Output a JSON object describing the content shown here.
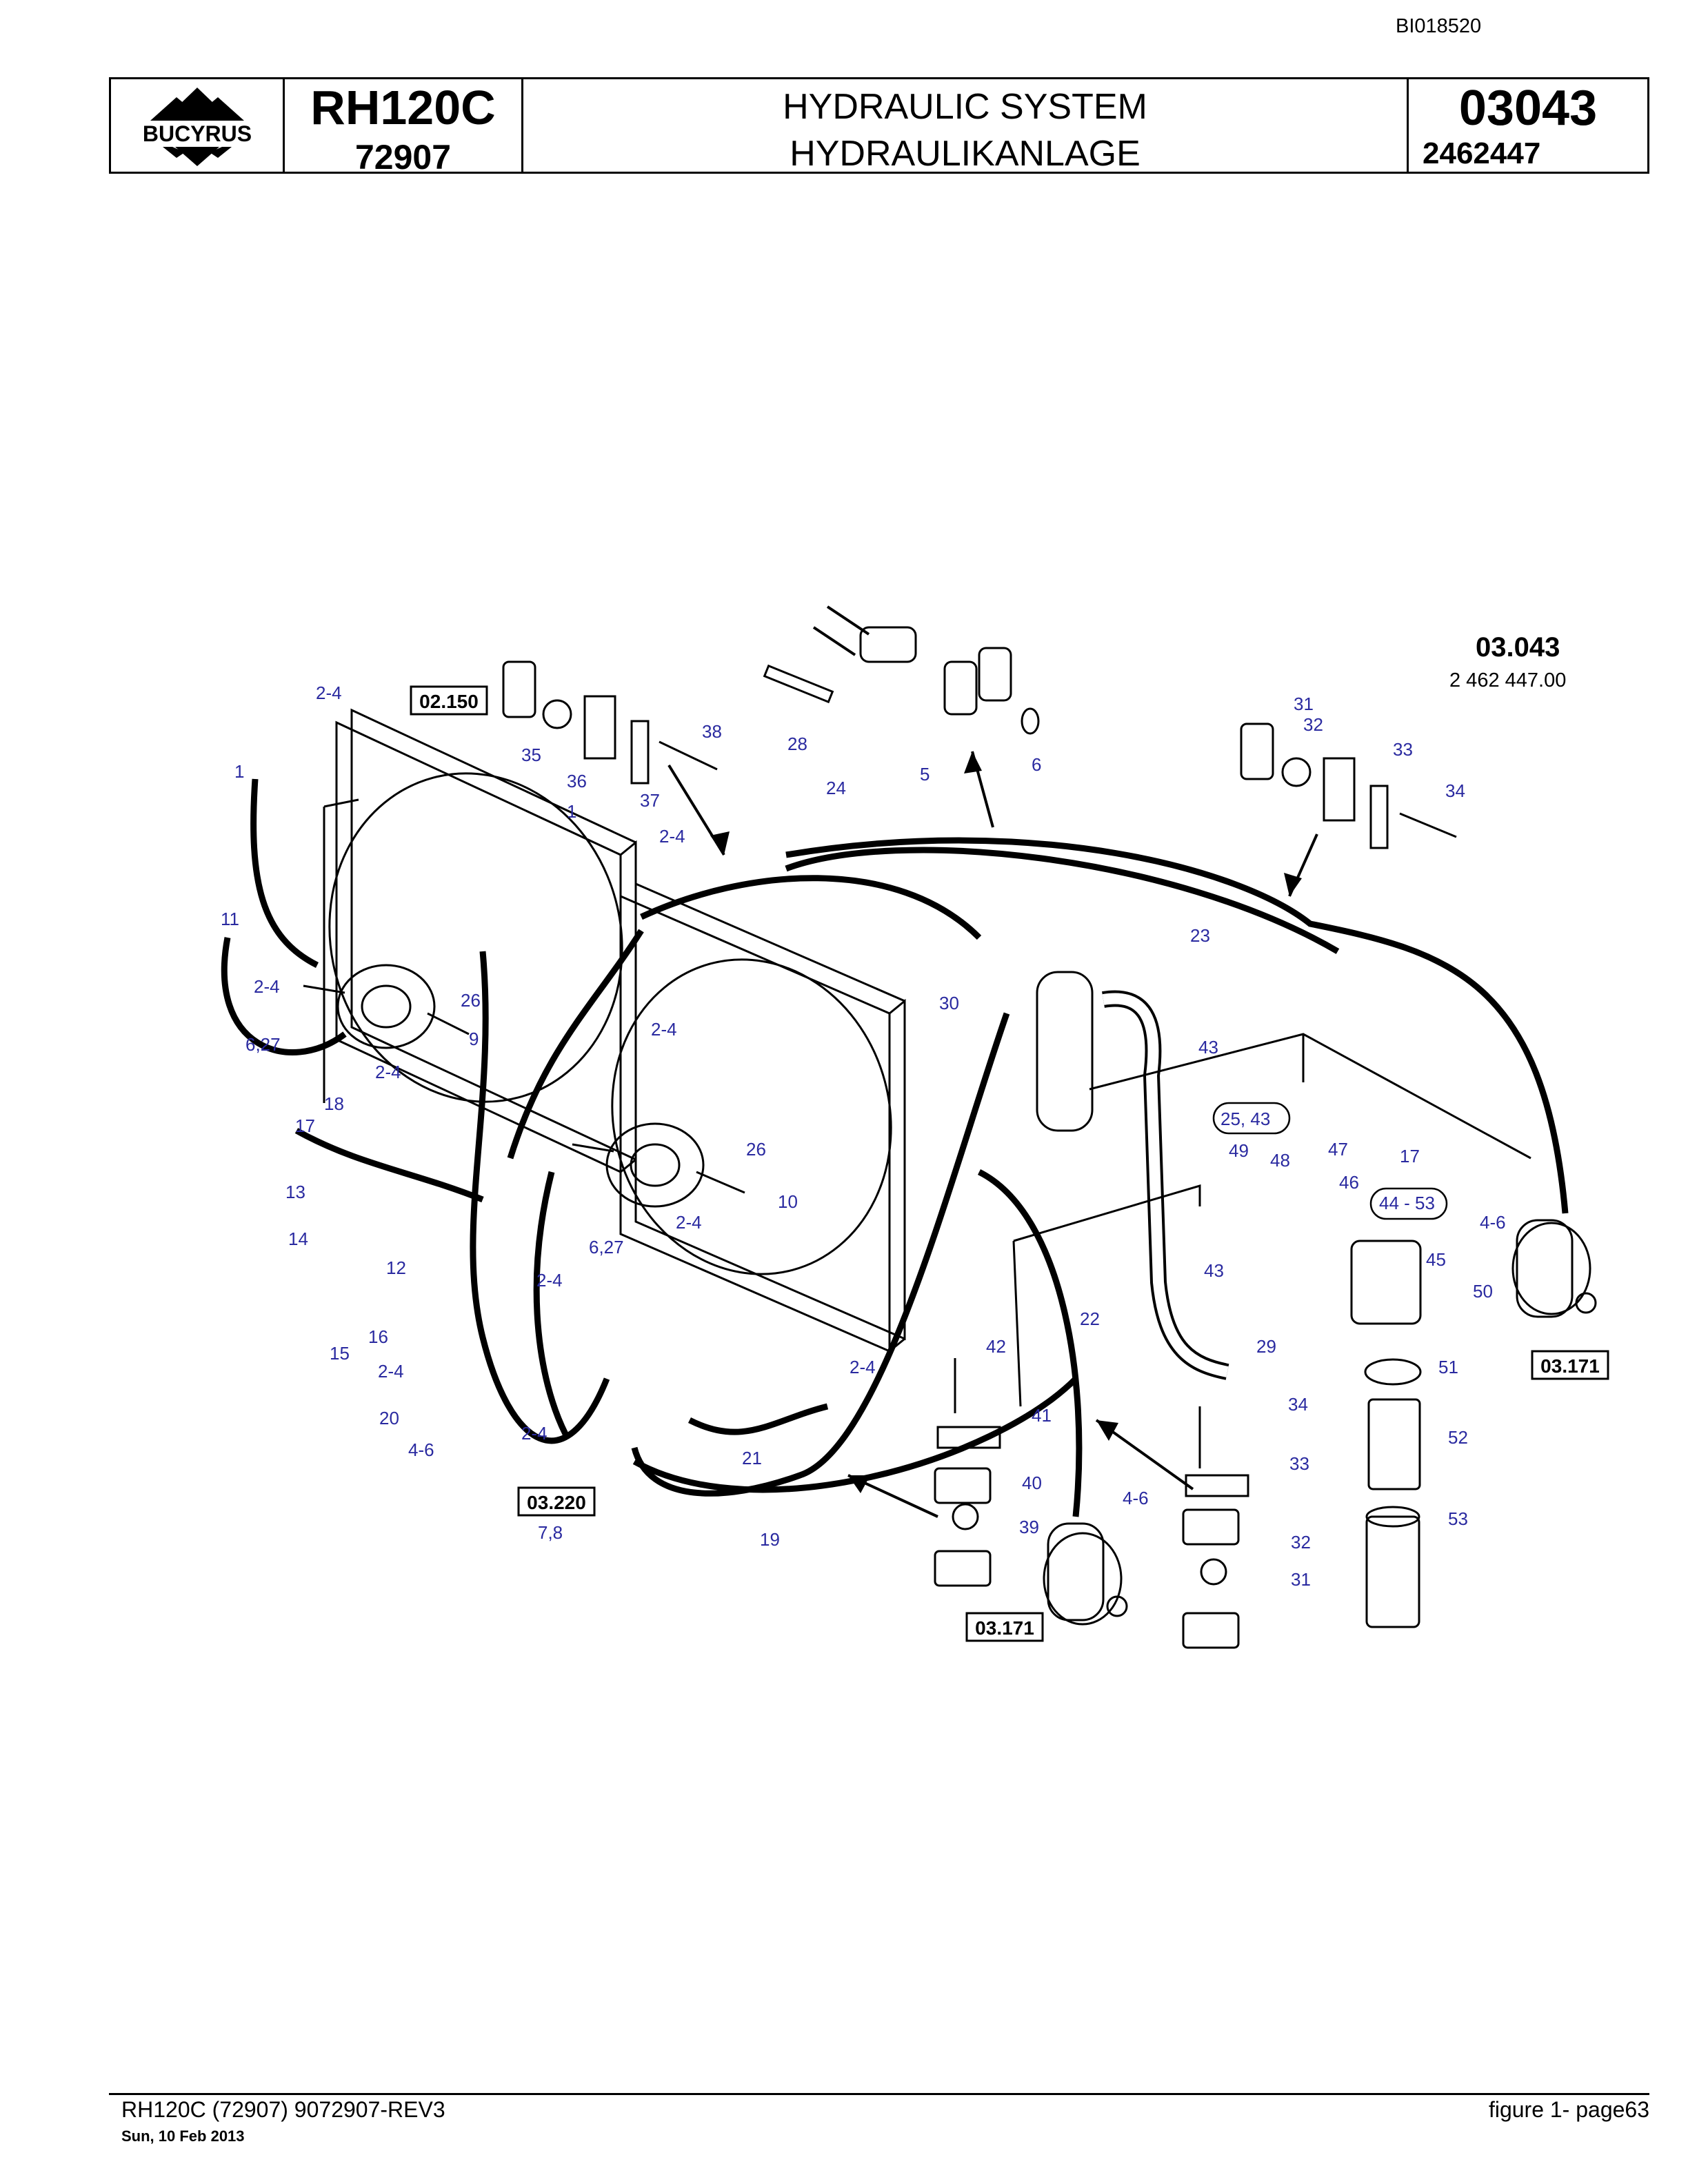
{
  "doc_id": "BI018520",
  "header": {
    "brand": "BUCYRUS",
    "model": "RH120C",
    "serial": "72907",
    "title_en": "HYDRAULIC SYSTEM",
    "title_de": "HYDRAULIKANLAGE",
    "group_number": "03043",
    "part_number": "2462447"
  },
  "figure": {
    "group_code": "03.043",
    "part_code": "2 462 447.00",
    "references": [
      "02.150",
      "03.220",
      "03.171",
      "03.171"
    ],
    "callouts": [
      "2-4",
      "1",
      "11",
      "2-4",
      "26",
      "9",
      "6,27",
      "2-4",
      "18",
      "17",
      "13",
      "14",
      "12",
      "15",
      "16",
      "2-4",
      "20",
      "4-6",
      "2-4",
      "03.220-sub",
      "1",
      "2-4",
      "2-4",
      "26",
      "10",
      "2-4",
      "6,27",
      "2-4",
      "2-4",
      "21",
      "19",
      "35",
      "36",
      "37",
      "38",
      "28",
      "5",
      "6",
      "24",
      "30",
      "23",
      "31",
      "32",
      "33",
      "34",
      "43",
      "25, 43",
      "49",
      "48",
      "47",
      "46",
      "44 - 53",
      "17",
      "4-6",
      "45",
      "50",
      "51",
      "52",
      "53",
      "43",
      "29",
      "42",
      "41",
      "22",
      "40",
      "39",
      "4-6",
      "34",
      "33",
      "32",
      "31"
    ],
    "callout_3220_sub": "7,8"
  },
  "footer": {
    "left": "RH120C (72907) 9072907-REV3",
    "date": "Sun, 10 Feb 2013",
    "right": "figure  1- page63"
  }
}
